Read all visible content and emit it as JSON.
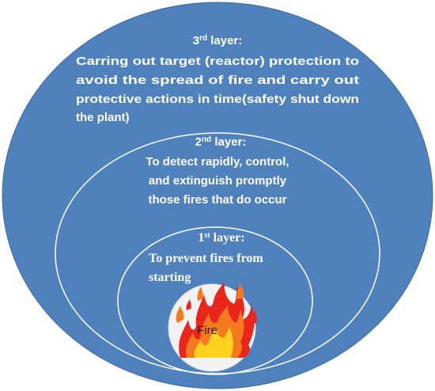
{
  "colors": {
    "outer_fill": "#4f81bd",
    "ring_stroke": "#ffffff",
    "fire_circle_fill": "#f2f2f2",
    "flame_red": "#e8261c",
    "flame_orange": "#f47a20",
    "flame_yellow": "#ffd21f"
  },
  "layer3": {
    "title_base": "3",
    "title_sup": "rd",
    "title_rest": " layer:",
    "lines": [
      "Carring out target (reactor) protection to",
      "avoid the spread of fire and carry out",
      "protective actions in time(safety shut down",
      "the plant)"
    ]
  },
  "layer2": {
    "title_base": "2",
    "title_sup": "nd",
    "title_rest": " layer:",
    "lines": [
      "To detect rapidly, control,",
      "and extinguish promptly",
      "those fires that do occur"
    ]
  },
  "layer1": {
    "title_base": "1",
    "title_sup": "st",
    "title_rest": " layer:",
    "lines": [
      "To prevent fires from",
      "starting"
    ]
  },
  "fire": {
    "label": "Fire",
    "icon": "fire-icon"
  }
}
